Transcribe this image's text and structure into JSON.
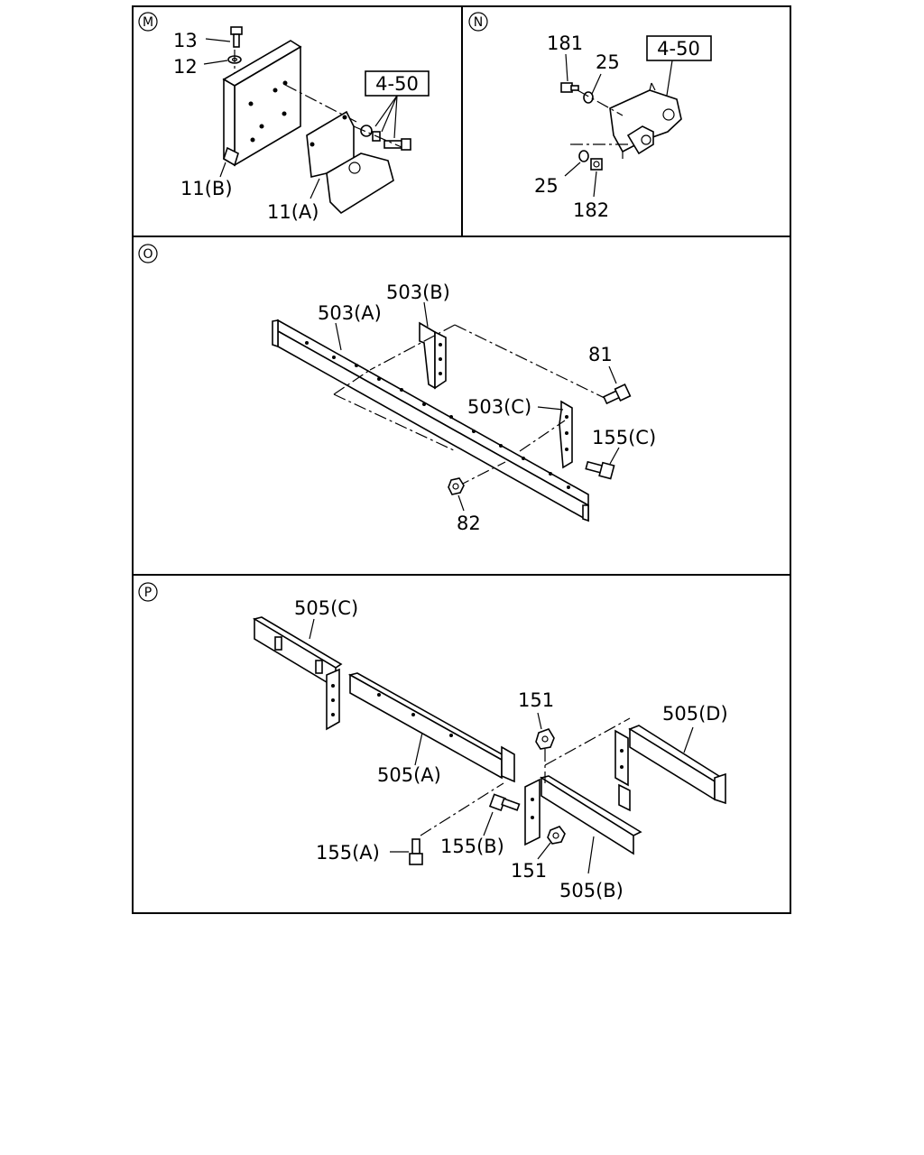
{
  "panels": {
    "M": {
      "marker": "M",
      "labels": {
        "p13": "13",
        "p12": "12",
        "p11b": "11(B)",
        "p11a": "11(A)",
        "ref": "4-50"
      }
    },
    "N": {
      "marker": "N",
      "labels": {
        "p181": "181",
        "p25top": "25",
        "ref": "4-50",
        "p25bot": "25",
        "p182": "182"
      }
    },
    "O": {
      "marker": "O",
      "labels": {
        "p503b": "503(B)",
        "p503a": "503(A)",
        "p81": "81",
        "p503c": "503(C)",
        "p155c": "155(C)",
        "p82": "82"
      }
    },
    "P": {
      "marker": "P",
      "labels": {
        "p505c": "505(C)",
        "p151top": "151",
        "p505d": "505(D)",
        "p505a": "505(A)",
        "p155a": "155(A)",
        "p155b": "155(B)",
        "p151bot": "151",
        "p505b": "505(B)"
      }
    }
  }
}
